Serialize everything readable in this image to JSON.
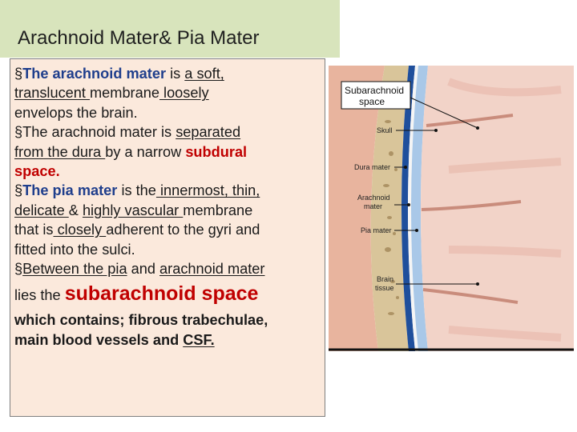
{
  "slide": {
    "title": "Arachnoid Mater& Pia Mater"
  },
  "bullets": {
    "b1": {
      "marker": "§",
      "s1": "The arachnoid mater",
      "s2": " is ",
      "s3": "a soft,",
      "s4": "translucent ",
      "s5": "membrane",
      "s6": " loosely",
      "s7": "envelops the brain."
    },
    "b2": {
      "marker": "§",
      "s1": "The arachnoid mater is ",
      "s2": "separated",
      "s3": "from the dura ",
      "s4": "by a narrow ",
      "s5": "subdural",
      "s6": "space."
    },
    "b3": {
      "marker": "§",
      "s1": "The pia mater",
      "s2": " is the",
      "s3": " innermost, thin,",
      "s4": "delicate ",
      "s5": "& ",
      "s6": "highly vascular ",
      "s7": "membrane",
      "s8": "that is",
      "s9": " closely ",
      "s10": "adherent to the gyri and",
      "s11": "fitted into the sulci."
    },
    "b4": {
      "marker": "§",
      "s1": "Between the pia",
      "s2": " and ",
      "s3": "arachnoid mater",
      "s4": "lies the ",
      "s5": "subarachnoid space",
      "s6": "which contains; fibrous trabechulae,",
      "s7": "main blood vessels and ",
      "s8": "CSF."
    }
  },
  "diagram": {
    "labels": {
      "subarachnoid": [
        "Subarachnoid",
        "space"
      ],
      "skull": "Skull",
      "dura": "Dura mater",
      "arachnoid": [
        "Arachnoid",
        "mater"
      ],
      "pia": "Pia mater",
      "brain": [
        "Brain",
        "tissue"
      ]
    },
    "colors": {
      "skin": "#e8b49e",
      "bone": "#d9c59a",
      "dura": "#1f4f9c",
      "subarachnoid": "#a9c8e8",
      "brain": "#f2d3c8"
    }
  }
}
